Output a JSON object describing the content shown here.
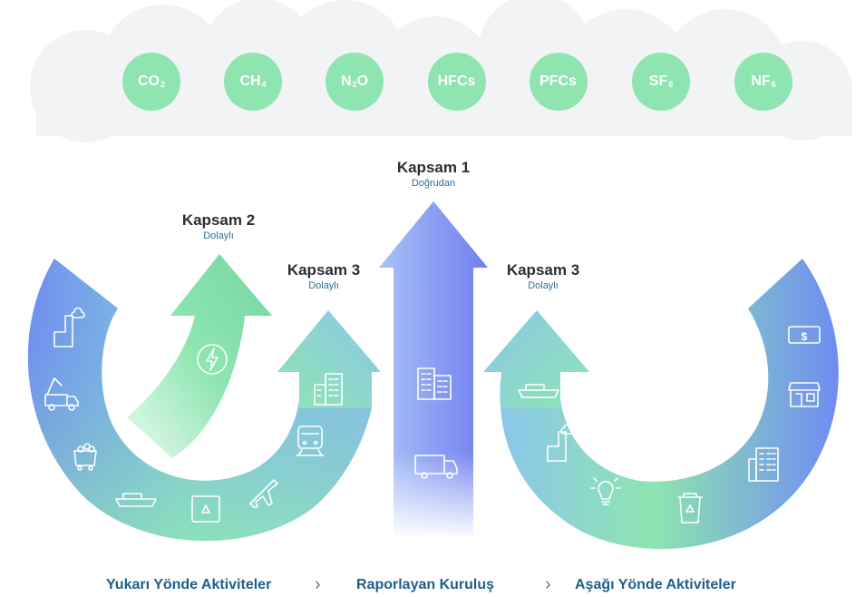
{
  "gases": [
    {
      "base": "CO",
      "sub": "2",
      "tail": ""
    },
    {
      "base": "CH",
      "sub": "4",
      "tail": ""
    },
    {
      "base": "N",
      "sub": "2",
      "tail": "O"
    },
    {
      "base": "HFCs",
      "sub": "",
      "tail": ""
    },
    {
      "base": "PFCs",
      "sub": "",
      "tail": ""
    },
    {
      "base": "SF",
      "sub": "6",
      "tail": ""
    },
    {
      "base": "NF",
      "sub": "6",
      "tail": ""
    }
  ],
  "scopes": {
    "scope1": {
      "title": "Kapsam 1",
      "subtitle": "Doğrudan"
    },
    "scope2": {
      "title": "Kapsam 2",
      "subtitle": "Dolaylı"
    },
    "scope3_up": {
      "title": "Kapsam 3",
      "subtitle": "Dolaylı"
    },
    "scope3_down": {
      "title": "Kapsam 3",
      "subtitle": "Dolaylı"
    }
  },
  "flow": {
    "upstream": "Yukarı Yönde Aktiviteler",
    "reporting": "Raporlayan Kuruluş",
    "downstream": "Aşağı Yönde Aktiviteler",
    "separator": "›"
  },
  "colors": {
    "blue": "#6f8cf2",
    "green": "#8ee5b0",
    "sky": "#8cc6ea",
    "text_dark": "#2a2e33",
    "text_blue": "#1f5f8a"
  }
}
